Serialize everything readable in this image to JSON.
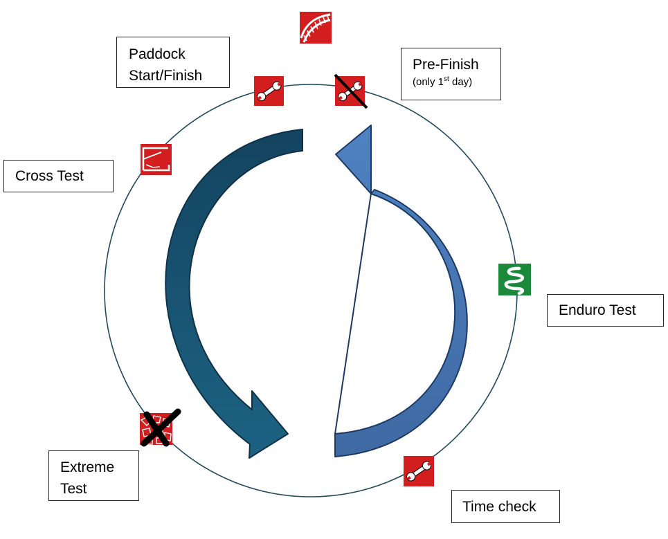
{
  "labels": {
    "paddock": {
      "line1": "Paddock",
      "line2": "Start/Finish"
    },
    "pre_finish": {
      "title": "Pre-Finish",
      "note_prefix": "(only 1",
      "note_sup": "st",
      "note_suffix": " day)"
    },
    "cross_test": "Cross Test",
    "enduro_test": "Enduro Test",
    "extreme_test": {
      "line1": "Extreme",
      "line2": "Test"
    },
    "time_check": "Time check"
  },
  "colors": {
    "circle": "#1f4a5e",
    "left_arrow": "#1b5777",
    "right_arrow": "#4f80bd",
    "red_icon": "#d21e1e",
    "green_icon": "#1a8a3a"
  },
  "icons": [
    "bridge-icon",
    "wrench-icon",
    "wrench-crossed-icon",
    "ramp-icon",
    "enduro-track-icon",
    "rocks-crossed-icon",
    "wrench-icon"
  ]
}
